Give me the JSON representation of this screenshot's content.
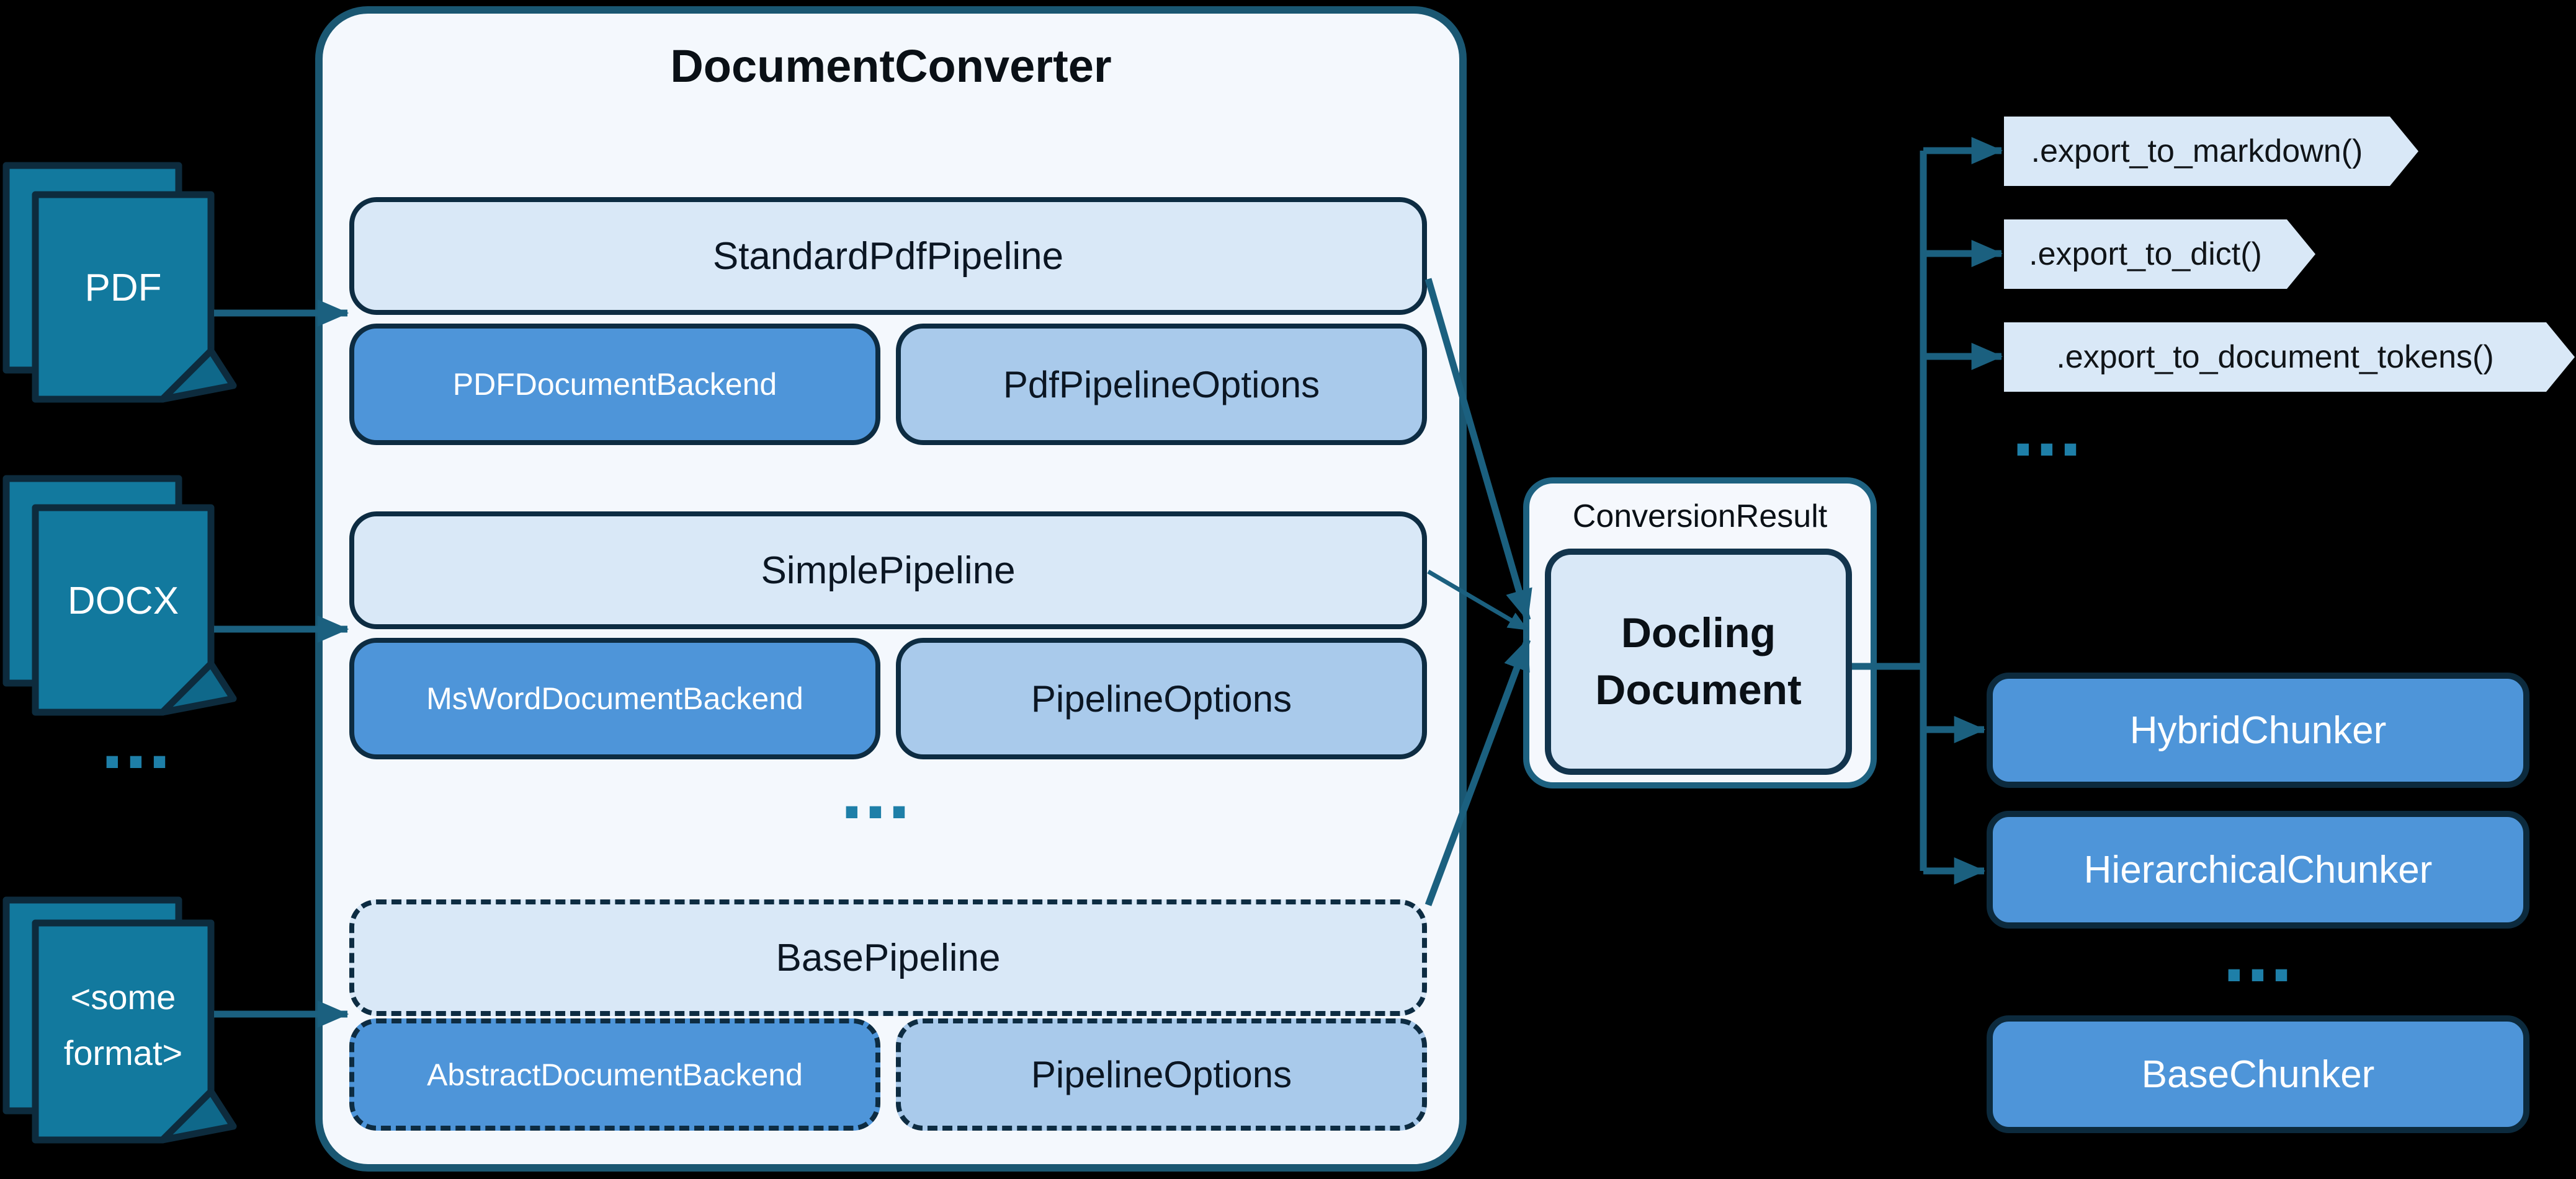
{
  "title": "DocumentConverter",
  "inputs": {
    "pdf": {
      "label": "PDF"
    },
    "docx": {
      "label": "DOCX"
    },
    "other": {
      "line1": "<some",
      "line2": "format>"
    },
    "ellipsis": "..."
  },
  "converter": {
    "pipelines": [
      {
        "name": "StandardPdfPipeline",
        "backend": "PDFDocumentBackend",
        "options": "PdfPipelineOptions"
      },
      {
        "name": "SimplePipeline",
        "backend": "MsWordDocumentBackend",
        "options": "PipelineOptions"
      },
      {
        "name": "BasePipeline",
        "backend": "AbstractDocumentBackend",
        "options": "PipelineOptions"
      }
    ],
    "ellipsis": "..."
  },
  "result": {
    "label": "ConversionResult",
    "doc_line1": "Docling",
    "doc_line2": "Document"
  },
  "exports": {
    "items": [
      ".export_to_markdown()",
      ".export_to_dict()",
      ".export_to_document_tokens()"
    ],
    "ellipsis": "..."
  },
  "chunkers": {
    "items": [
      "HybridChunker",
      "HierarchicalChunker",
      "BaseChunker"
    ],
    "ellipsis": "..."
  },
  "colors": {
    "background": "#000000",
    "document_teal": "#12799E",
    "dark_outline": "#0D2B3D",
    "line_teal": "#1B607F",
    "panel_fill": "#F4F8FD",
    "panel_border": "#1A5772",
    "light_box": "#D9E8F7",
    "medium_blue": "#4E95D9",
    "pale_blue": "#A9CAEB",
    "box_border": "#0D2C42",
    "result_border": "#1D6180",
    "dots": "#1E7FA8"
  }
}
